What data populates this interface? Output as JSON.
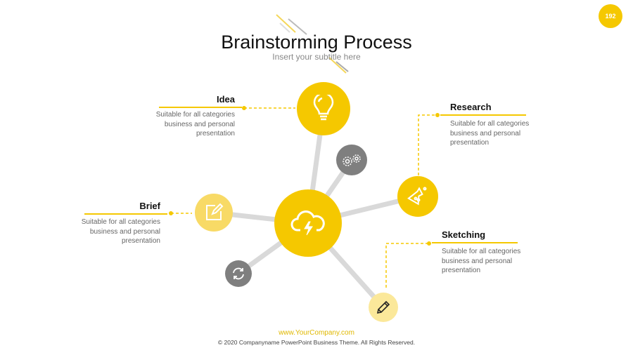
{
  "page_number": "192",
  "title": "Brainstorming Process",
  "subtitle": "Insert your subtitle here",
  "items": [
    {
      "heading": "Idea",
      "desc": [
        "Suitable for all categories",
        "business and personal",
        "presentation"
      ]
    },
    {
      "heading": "Research",
      "desc": [
        "Suitable for all categories",
        "business and personal",
        "presentation"
      ]
    },
    {
      "heading": "Brief",
      "desc": [
        "Suitable for all categories",
        "business and personal",
        "presentation"
      ]
    },
    {
      "heading": "Sketching",
      "desc": [
        "Suitable for all categories",
        "business and personal",
        "presentation"
      ]
    }
  ],
  "footer": {
    "website": "www.YourCompany.com",
    "copyright": "© 2020 Companyname PowerPoint Business Theme. All Rights Reserved."
  },
  "colors": {
    "accent": "#f5c800",
    "light": "#f8da66",
    "pale": "#fbe89a",
    "gray": "#808080"
  }
}
